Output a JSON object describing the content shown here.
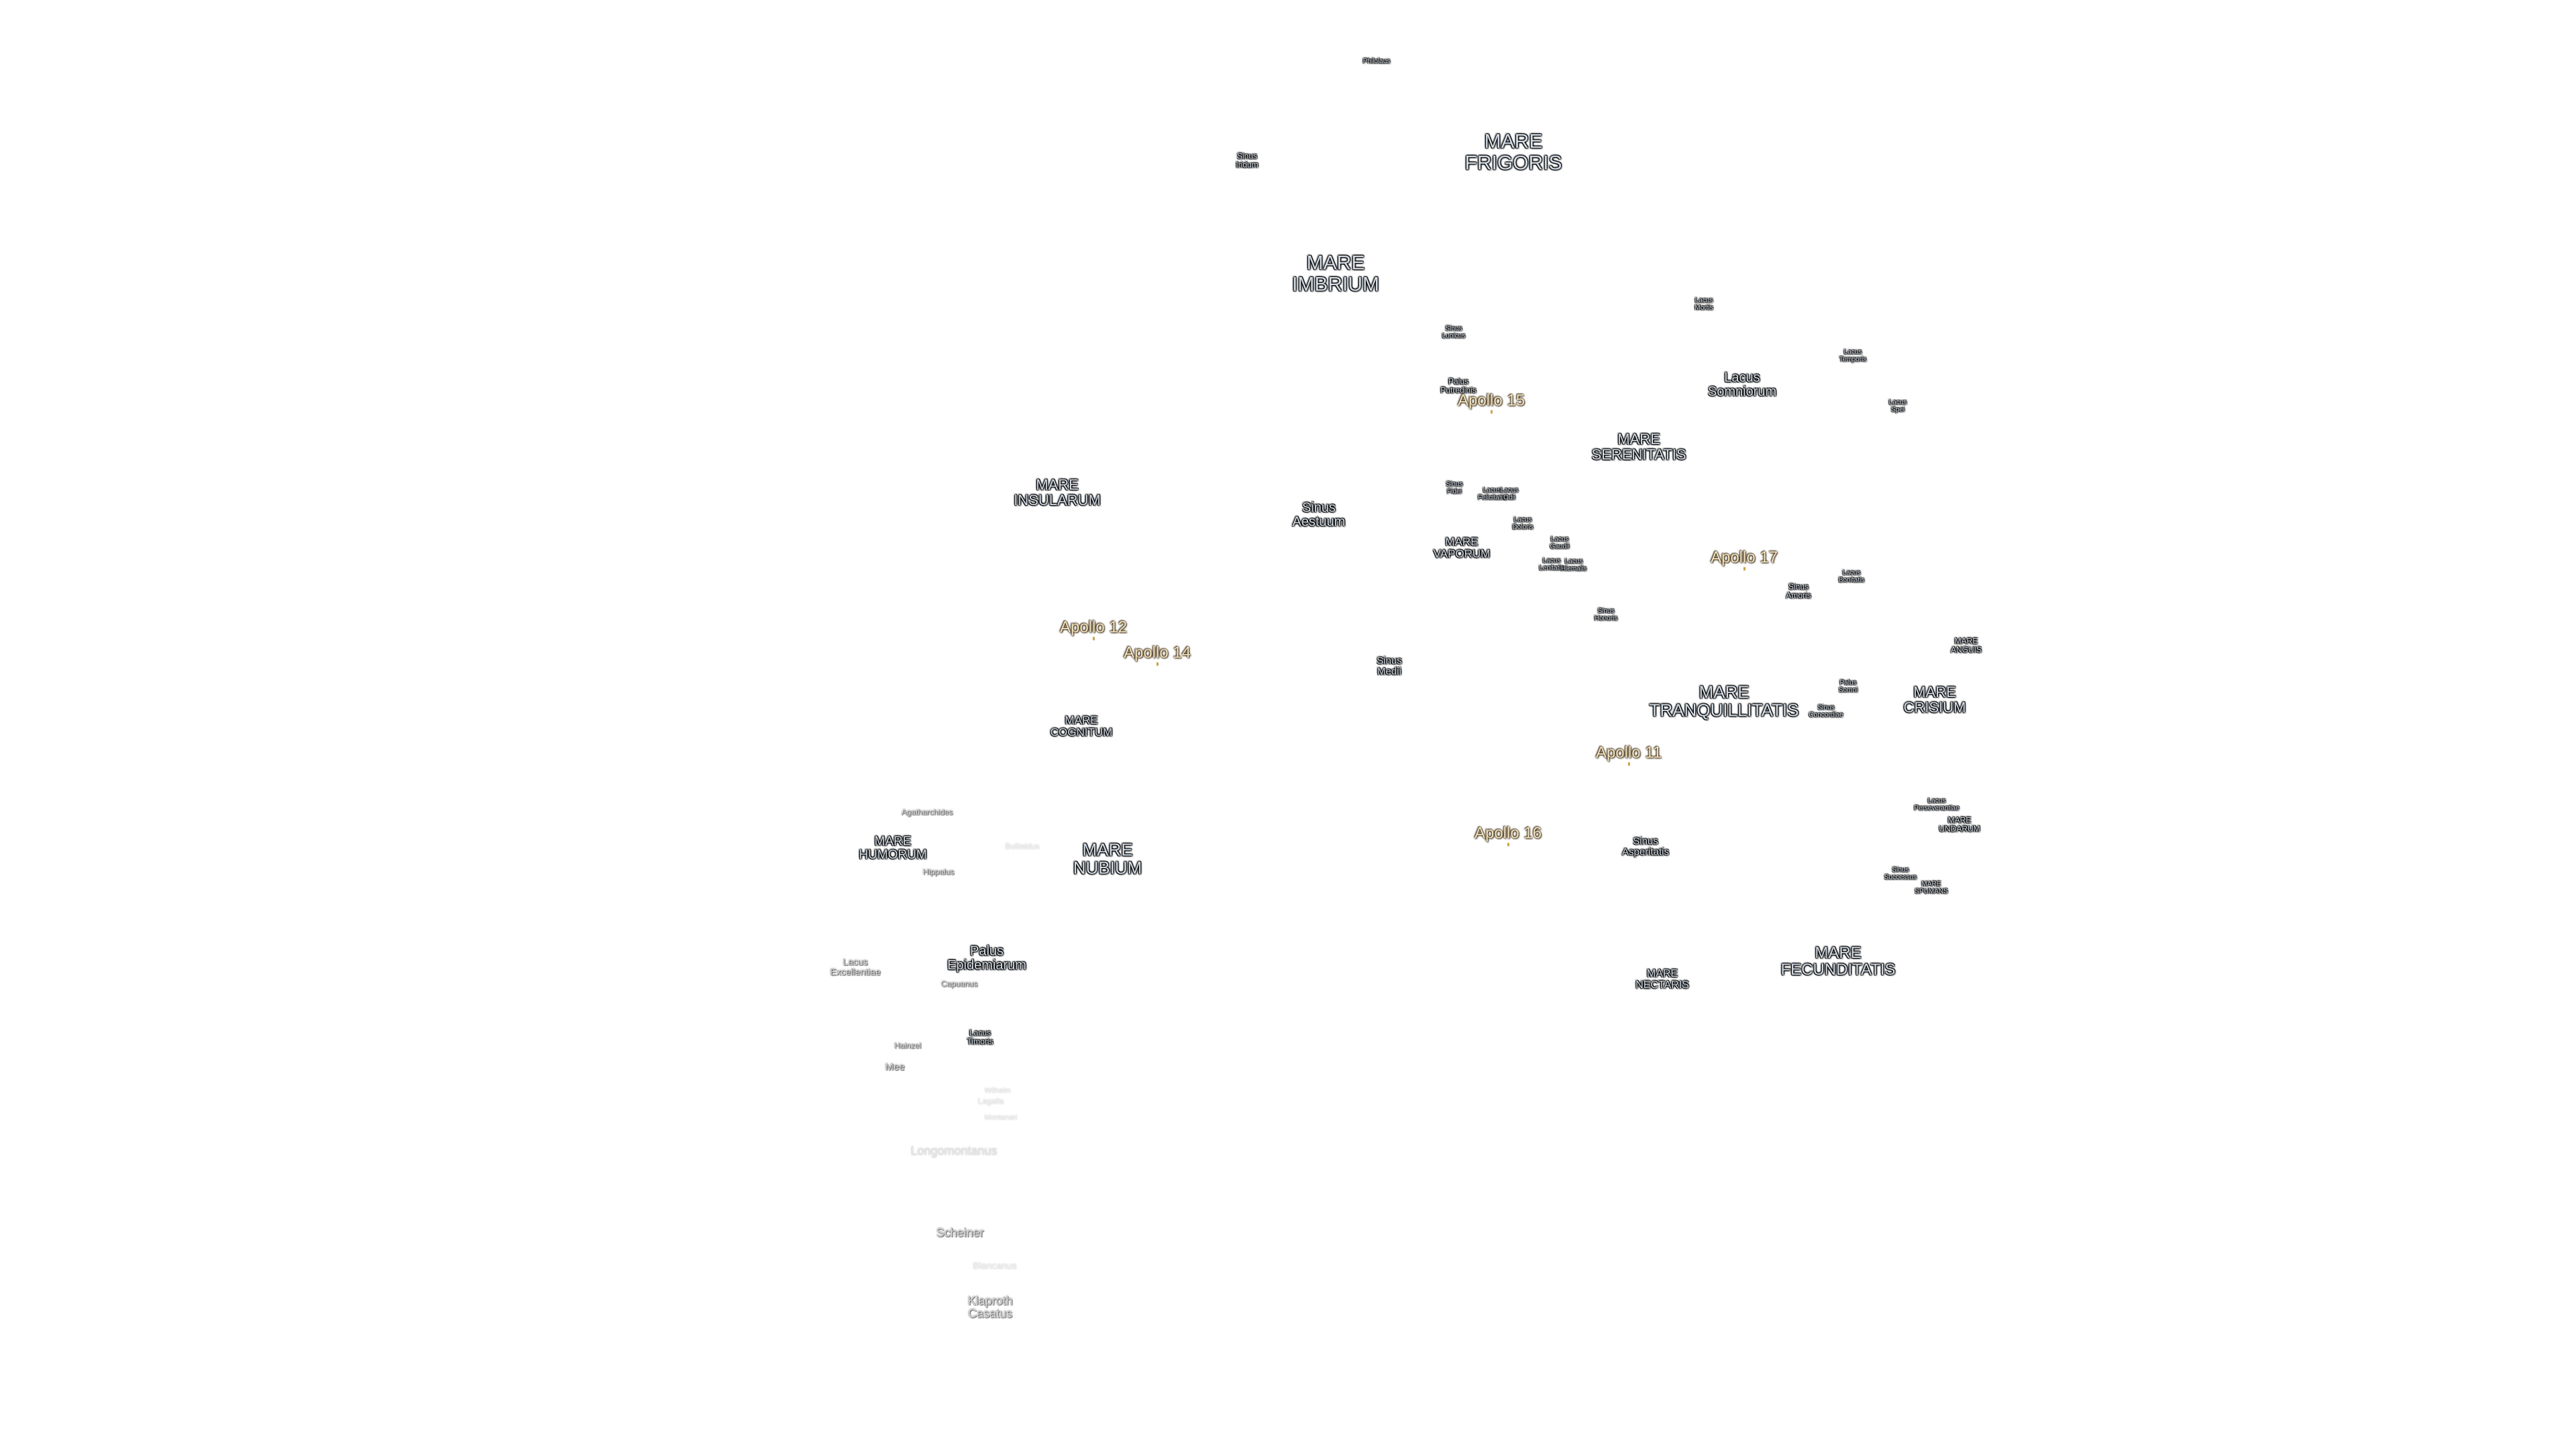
{
  "labels": {
    "philolaus": "Philolaus",
    "mare_frigoris": "MARE\nFRIGORIS",
    "sinus_iridum": "Sinus\nIridum",
    "mare_imbrium": "MARE\nIMBRIUM",
    "lacus_mortis": "Lacus\nMortis",
    "sinus_lunicus": "Sinus\nLunicus",
    "lacus_temporis": "Lacus\nTemporis",
    "palus_putredinis": "Palus\nPutredinis",
    "lacus_somniorum": "Lacus\nSomniorum",
    "lacus_spei": "Lacus\nSpei",
    "mare_serenitatis": "MARE\nSERENITATIS",
    "mare_insularum": "MARE\nINSULARUM",
    "sinus_aestuum": "Sinus\nAestuum",
    "sinus_fidei": "Sinus\nFidei",
    "lacus_felicitatis": "Lacus\nFelicitatis",
    "lacus_odii": "Lacus\nOdii",
    "lacus_doloris": "Lacus\nDoloris",
    "mare_vaporum": "MARE\nVAPORUM",
    "lacus_gaudii": "Lacus\nGaudii",
    "lacus_lenitatis": "Lacus\nLenitatis",
    "lacus_hiemalis": "Lacus\nHiemalis",
    "sinus_honoris": "Sinus\nHonoris",
    "sinus_amoris": "Sinus\nAmoris",
    "lacus_bonitatis": "Lacus\nBonitatis",
    "mare_anguis": "MARE\nANGUIS",
    "sinus_medii": "Sinus\nMedii",
    "mare_tranquillitatis": "MARE\nTRANQUILLITATIS",
    "palus_somni": "Palus\nSomni",
    "sinus_concordiae": "Sinus\nConcordiae",
    "mare_crisium": "MARE\nCRISIUM",
    "mare_cognitum": "MARE\nCOGNITUM",
    "agatharchides": "Agatharchides",
    "mare_humorum": "MARE\nHUMORUM",
    "bullialdus": "Bullialdus",
    "hippalus": "Hippalus",
    "mare_nubium": "MARE\nNUBIUM",
    "sinus_asperitatis": "Sinus\nAsperitatis",
    "lacus_perseverantiae": "Lacus\nPerseverantiae",
    "mare_undarum": "MARE\nUNDARUM",
    "sinus_successus": "Sinus\nSuccessus",
    "mare_spumans": "MARE\nSPUMANS",
    "lacus_excellentiae": "Lacus\nExcellentiae",
    "palus_epidemiarum": "Palus\nEpidemiarum",
    "capuanus": "Capuanus",
    "mare_nectaris": "MARE\nNECTARIS",
    "mare_fecunditatis": "MARE\nFECUNDITATIS",
    "lacus_timoris": "Lacus\nTimoris",
    "hainzel": "Hainzel",
    "mee": "Mee",
    "wilhelm": "Wilhelm",
    "lagalla": "Lagalla",
    "montanari": "Montanari",
    "longomontanus": "Longomontanus",
    "scheiner": "Scheiner",
    "blancanus": "Blancanus",
    "klaproth_casatus": "Klaproth\nCasatus"
  },
  "apollo": {
    "a15": "Apollo 15",
    "a17": "Apollo 17",
    "a12": "Apollo 12",
    "a14": "Apollo 14",
    "a11": "Apollo 11",
    "a16": "Apollo 16"
  },
  "colors": {
    "label": "#d4dde8",
    "apollo": "#f4e4c0",
    "background": "#ffffff"
  }
}
